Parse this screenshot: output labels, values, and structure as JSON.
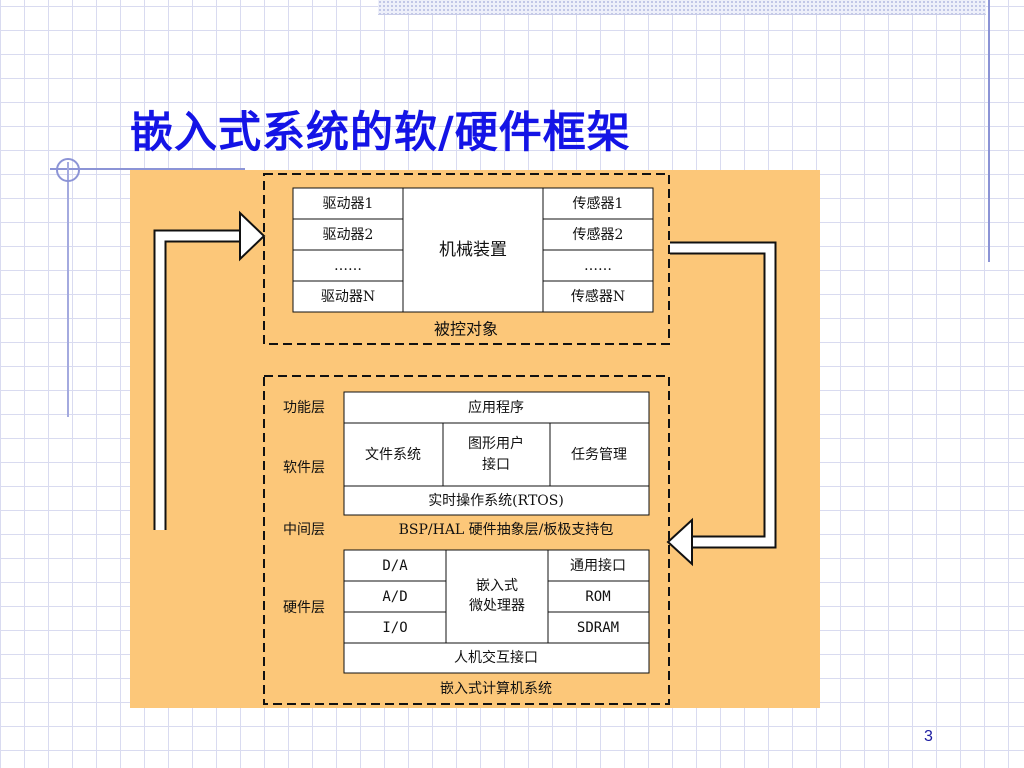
{
  "slide": {
    "title": "嵌入式系统的软/硬件框架",
    "page_number": "3"
  },
  "diagram": {
    "controlled_object": {
      "label": "被控对象",
      "drivers": [
        "驱动器1",
        "驱动器2",
        "……",
        "驱动器N"
      ],
      "machine": "机械装置",
      "sensors": [
        "传感器1",
        "传感器2",
        "……",
        "传感器N"
      ]
    },
    "computer_system": {
      "label": "嵌入式计算机系统",
      "layers": {
        "function": "功能层",
        "software": "软件层",
        "middle": "中间层",
        "hardware": "硬件层"
      },
      "application": "应用程序",
      "file_system": "文件系统",
      "gui_line1": "图形用户",
      "gui_line2": "接口",
      "task_mgmt": "任务管理",
      "rtos": "实时操作系统(RTOS)",
      "bsp_hal": "BSP/HAL 硬件抽象层/板极支持包",
      "da": "D/A",
      "ad": "A/D",
      "io": "I/O",
      "cpu_line1": "嵌入式",
      "cpu_line2": "微处理器",
      "general_if": "通用接口",
      "rom": "ROM",
      "sdram": "SDRAM",
      "hmi": "人机交互接口"
    }
  },
  "colors": {
    "title": "#1414e6",
    "diagram_bg": "#fcc779",
    "box_fill": "#ffffff",
    "grid": "#d9dbf0"
  }
}
